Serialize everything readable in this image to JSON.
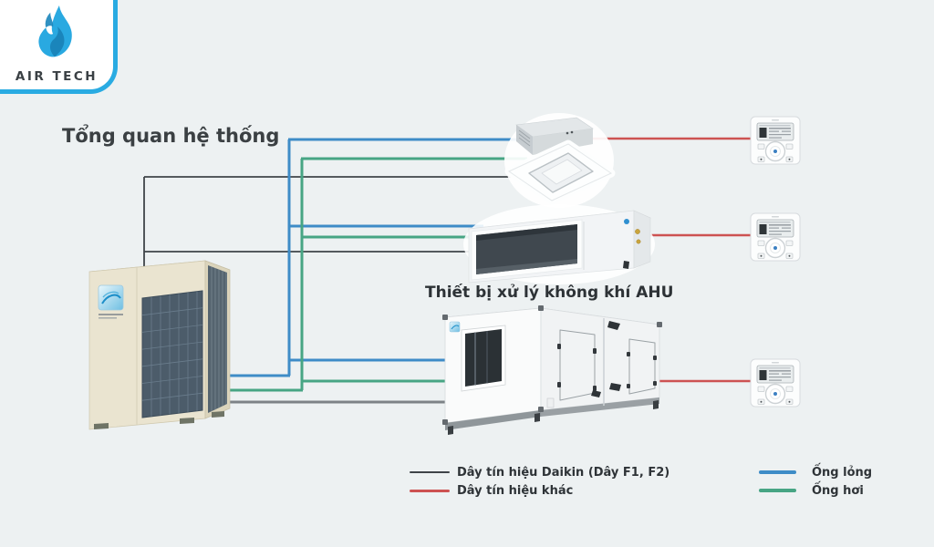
{
  "brand": {
    "name": "AIR TECH"
  },
  "title": "Tổng quan hệ thống",
  "ahu_label": "Thiết bị xử lý không khí AHU",
  "legend": {
    "daikin_signal": {
      "label": "Dây tín hiệu Daikin (Dây F1, F2)",
      "color": "#3f4449"
    },
    "other_signal": {
      "label": "Dây tín hiệu khác",
      "color": "#cd5252"
    },
    "liquid_pipe": {
      "label": "Ống lỏng",
      "color": "#3e8cc7"
    },
    "gas_pipe": {
      "label": "Ống hơi",
      "color": "#47a584"
    }
  },
  "colors": {
    "background": "#edf1f2",
    "logo_accent": "#29abe2",
    "ahu_signal_gray": "#7d8387"
  },
  "icons": {
    "flame": "flame-logo-icon"
  }
}
